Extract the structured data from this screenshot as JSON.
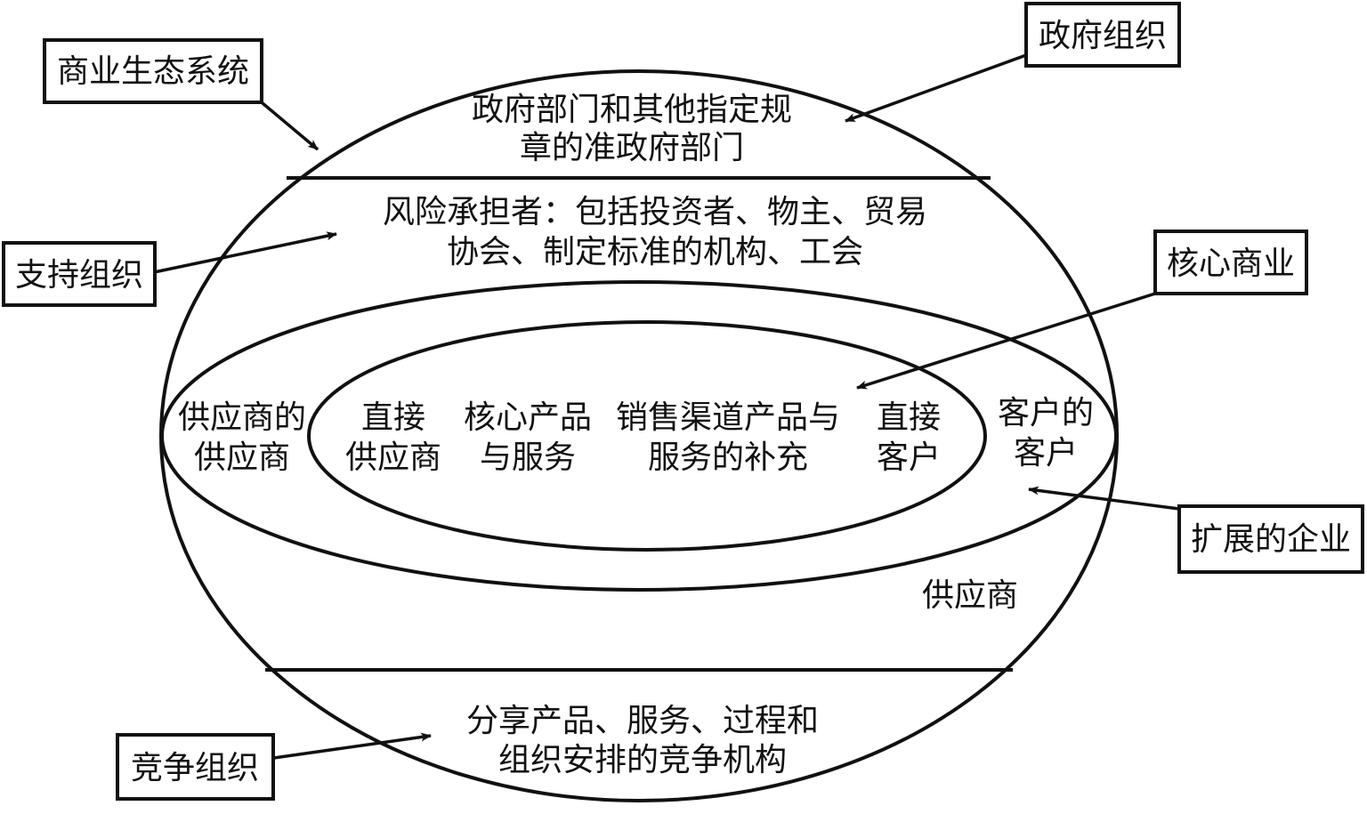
{
  "diagram": {
    "title": "商业生态系统",
    "callouts": [
      {
        "id": "ecosystem",
        "label": "商业生态系统"
      },
      {
        "id": "government",
        "label": "政府组织"
      },
      {
        "id": "support",
        "label": "支持组织"
      },
      {
        "id": "core",
        "label": "核心商业"
      },
      {
        "id": "extended",
        "label": "扩展的企业"
      },
      {
        "id": "competition",
        "label": "竞争组织"
      }
    ],
    "regions": {
      "government": [
        "政府部门和其他指定规",
        "章的准政府部门"
      ],
      "support": [
        "风险承担者：包括投资者、物主、贸易",
        "协会、制定标准的机构、工会"
      ],
      "extended_left": [
        "供应商的",
        "供应商"
      ],
      "extended_right": [
        "客户的",
        "客户"
      ],
      "core_items": [
        [
          "直接",
          "供应商"
        ],
        [
          "核心产品",
          "与服务"
        ],
        [
          "销售渠道产品与",
          "服务的补充"
        ],
        [
          "直接",
          "客户"
        ]
      ],
      "suppliers": "供应商",
      "competition": [
        "分享产品、服务、过程和",
        "组织安排的竞争机构"
      ]
    }
  }
}
